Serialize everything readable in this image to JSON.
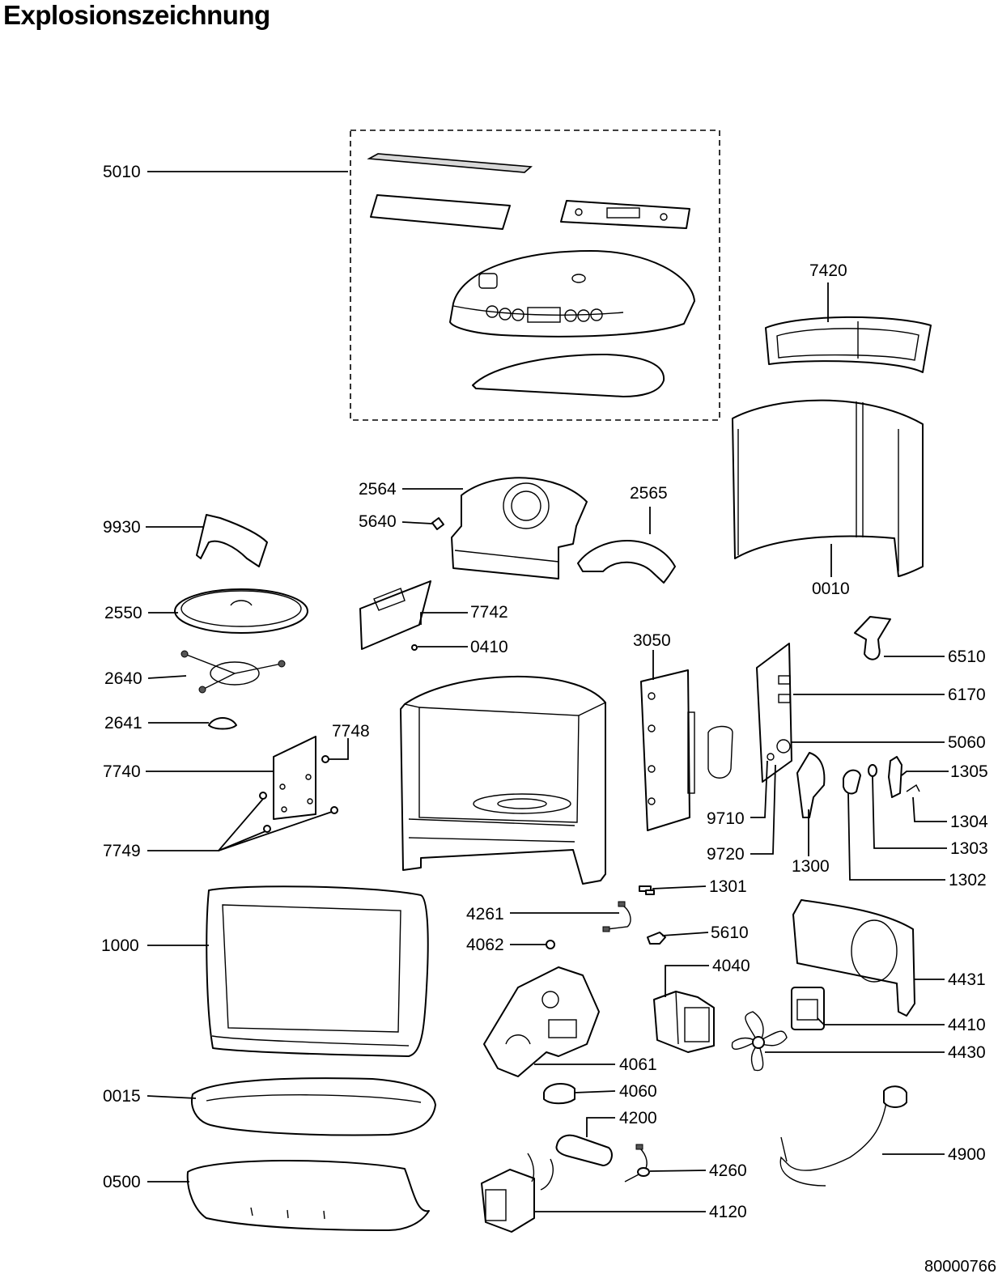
{
  "title": "Explosionszeichnung",
  "doc_number": "80000766",
  "labels": {
    "p5010": "5010",
    "p7420": "7420",
    "p0010": "0010",
    "p2564": "2564",
    "p2565": "2565",
    "p5640": "5640",
    "p9930": "9930",
    "p2550": "2550",
    "p7742": "7742",
    "p0410": "0410",
    "p2640": "2640",
    "p3050": "3050",
    "p6510": "6510",
    "p6170": "6170",
    "p2641": "2641",
    "p7748": "7748",
    "p5060": "5060",
    "p7740": "7740",
    "p1305": "1305",
    "p9710": "9710",
    "p1304": "1304",
    "p7749": "7749",
    "p9720": "9720",
    "p1303": "1303",
    "p1300": "1300",
    "p1302": "1302",
    "p1301": "1301",
    "p1000": "1000",
    "p4261": "4261",
    "p5610": "5610",
    "p4062": "4062",
    "p4040": "4040",
    "p4431": "4431",
    "p4410": "4410",
    "p4430": "4430",
    "p4061": "4061",
    "p4060": "4060",
    "p0015": "0015",
    "p4200": "4200",
    "p4900": "4900",
    "p4260": "4260",
    "p0500": "0500",
    "p4120": "4120"
  }
}
